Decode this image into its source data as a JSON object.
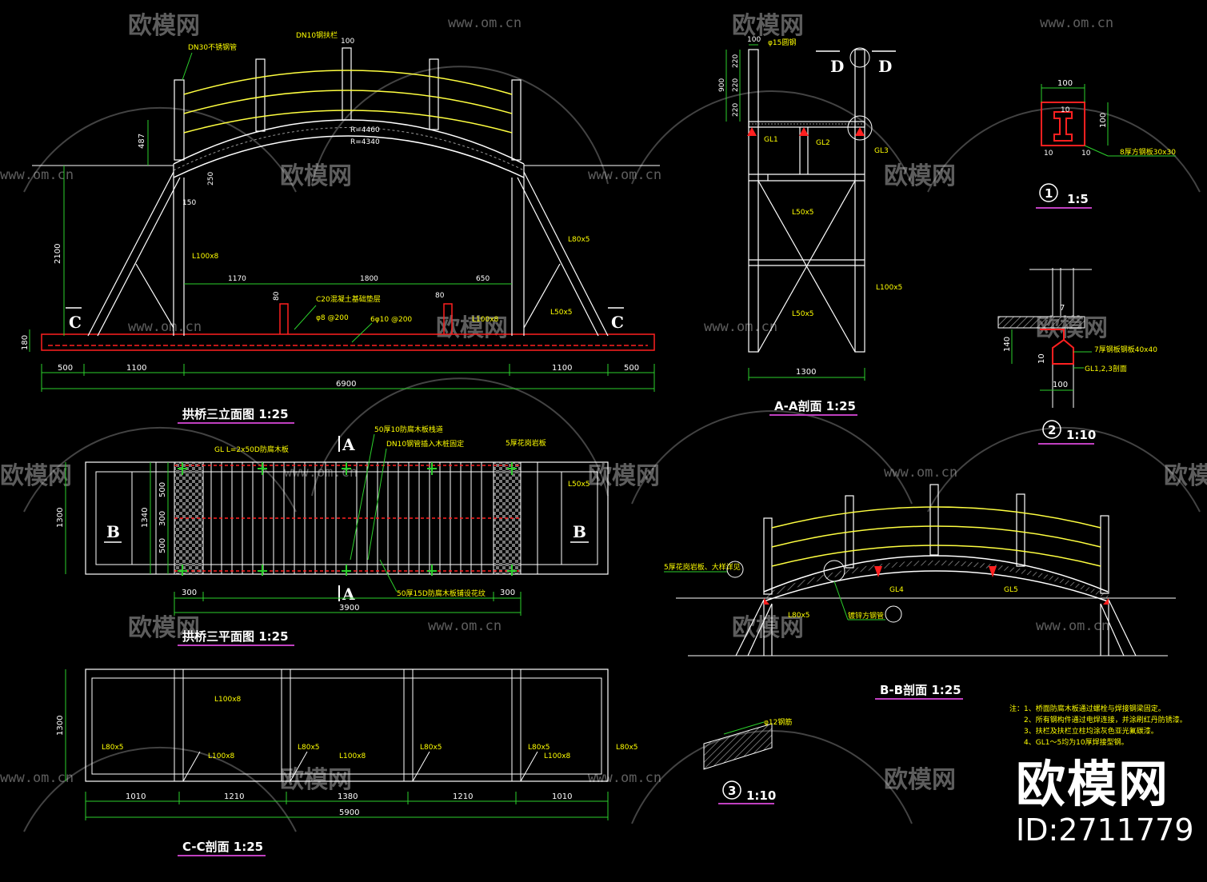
{
  "views": {
    "elevation_title": "拱桥三立面图  1:25",
    "plan_title": "拱桥三平面图  1:25",
    "cc_title": "C-C剖面  1:25",
    "aa_title": "A-A剖面  1:25",
    "bb_title": "B-B剖面  1:25",
    "detail1_no": "1",
    "detail1_scale": "1:5",
    "detail2_no": "2",
    "detail2_scale": "1:10",
    "detail3_no": "3",
    "detail3_scale": "1:10"
  },
  "section_marks": {
    "a": "A",
    "b": "B",
    "c": "C",
    "d": "D"
  },
  "elevation": {
    "dims": {
      "d500a": "500",
      "d1100a": "1100",
      "d1100b": "1100",
      "d500b": "500",
      "d6900": "6900",
      "d2100": "2100",
      "d180": "180",
      "d487": "487",
      "d1170": "1170",
      "d1800": "1800",
      "d650": "650",
      "d80a": "80",
      "d80b": "80",
      "d250": "250",
      "d150": "150",
      "d100": "100",
      "dr4460": "R=4460",
      "dr4340": "R=4340"
    },
    "labels": {
      "l100x8": "L100x8",
      "l80x5": "L80x5",
      "l50x5": "L50x5",
      "l100x8b": "L100x8",
      "dn10": "DN10钢扶栏",
      "dn30": "DN30不锈钢管",
      "c20": "C20混凝土基础垫层",
      "phi8": "φ8 @200",
      "phi10": "6φ10 @200"
    }
  },
  "plan": {
    "dims": {
      "d1300": "1300",
      "d1340": "1340",
      "d500a": "500",
      "d300": "300",
      "d500b": "500",
      "d300a": "300",
      "d300b": "300",
      "d3900": "3900"
    },
    "labels": {
      "gl": "GL L=2x50D防腐木板",
      "t50": "50厚10防腐木板栈道",
      "dn10": "DN10钢管插入木桩固定",
      "t5": "5厚花岗岩板",
      "l50": "L50x5",
      "t50b": "50厚15D防腐木板铺设花纹"
    }
  },
  "cc": {
    "dims": {
      "d1010a": "1010",
      "d1210a": "1210",
      "d1380": "1380",
      "d1210b": "1210",
      "d1010b": "1010",
      "d5900": "5900",
      "d1300": "1300"
    },
    "labels": {
      "a": "L80x5",
      "b": "L100x8",
      "c": "L100x8",
      "d": "L80x5",
      "e": "L100x8",
      "f": "L80x5",
      "g": "L80x5",
      "h": "L100x8",
      "i": "L80x5"
    }
  },
  "aa": {
    "dims": {
      "d1300": "1300",
      "d100": "100",
      "d900": "900",
      "d220a": "220",
      "d220b": "220",
      "d220c": "220"
    },
    "labels": {
      "phi15": "φ15圆钢",
      "l50a": "L50x5",
      "l100": "L100x5",
      "l50b": "L50x5",
      "gl1": "GL1",
      "gl2": "GL2",
      "gl3": "GL3"
    }
  },
  "detail1": {
    "d100a": "100",
    "d100b": "100",
    "d10a": "10",
    "d10b": "10",
    "d10c": "10",
    "note": "8厚方钢板30x30"
  },
  "detail2": {
    "d140": "140",
    "d10": "10",
    "d100": "100",
    "d7": "7",
    "note1": "7厚钢板钢板40x40",
    "note2": "GL1,2,3剖面"
  },
  "bb": {
    "note": "5厚花岗岩板、大样详见",
    "gl4": "GL4",
    "gl5": "GL5",
    "l80": "L80x5",
    "note2": "镀锌方钢管"
  },
  "detail3": {
    "note": "φ12钢筋"
  },
  "notes": {
    "n1": "注：1、桥面防腐木板通过螺栓与焊接钢梁固定。",
    "n2": "2、所有钢构件通过电焊连接，并涂刷红丹防锈漆。",
    "n3": "3、扶栏及扶栏立柱均涂灰色亚光氟碳漆。",
    "n4": "4、GL1～5均为10厚焊接型钢。"
  },
  "watermark": {
    "brand": "欧模网",
    "url": "www.om.cn",
    "id": "ID:2711779"
  }
}
